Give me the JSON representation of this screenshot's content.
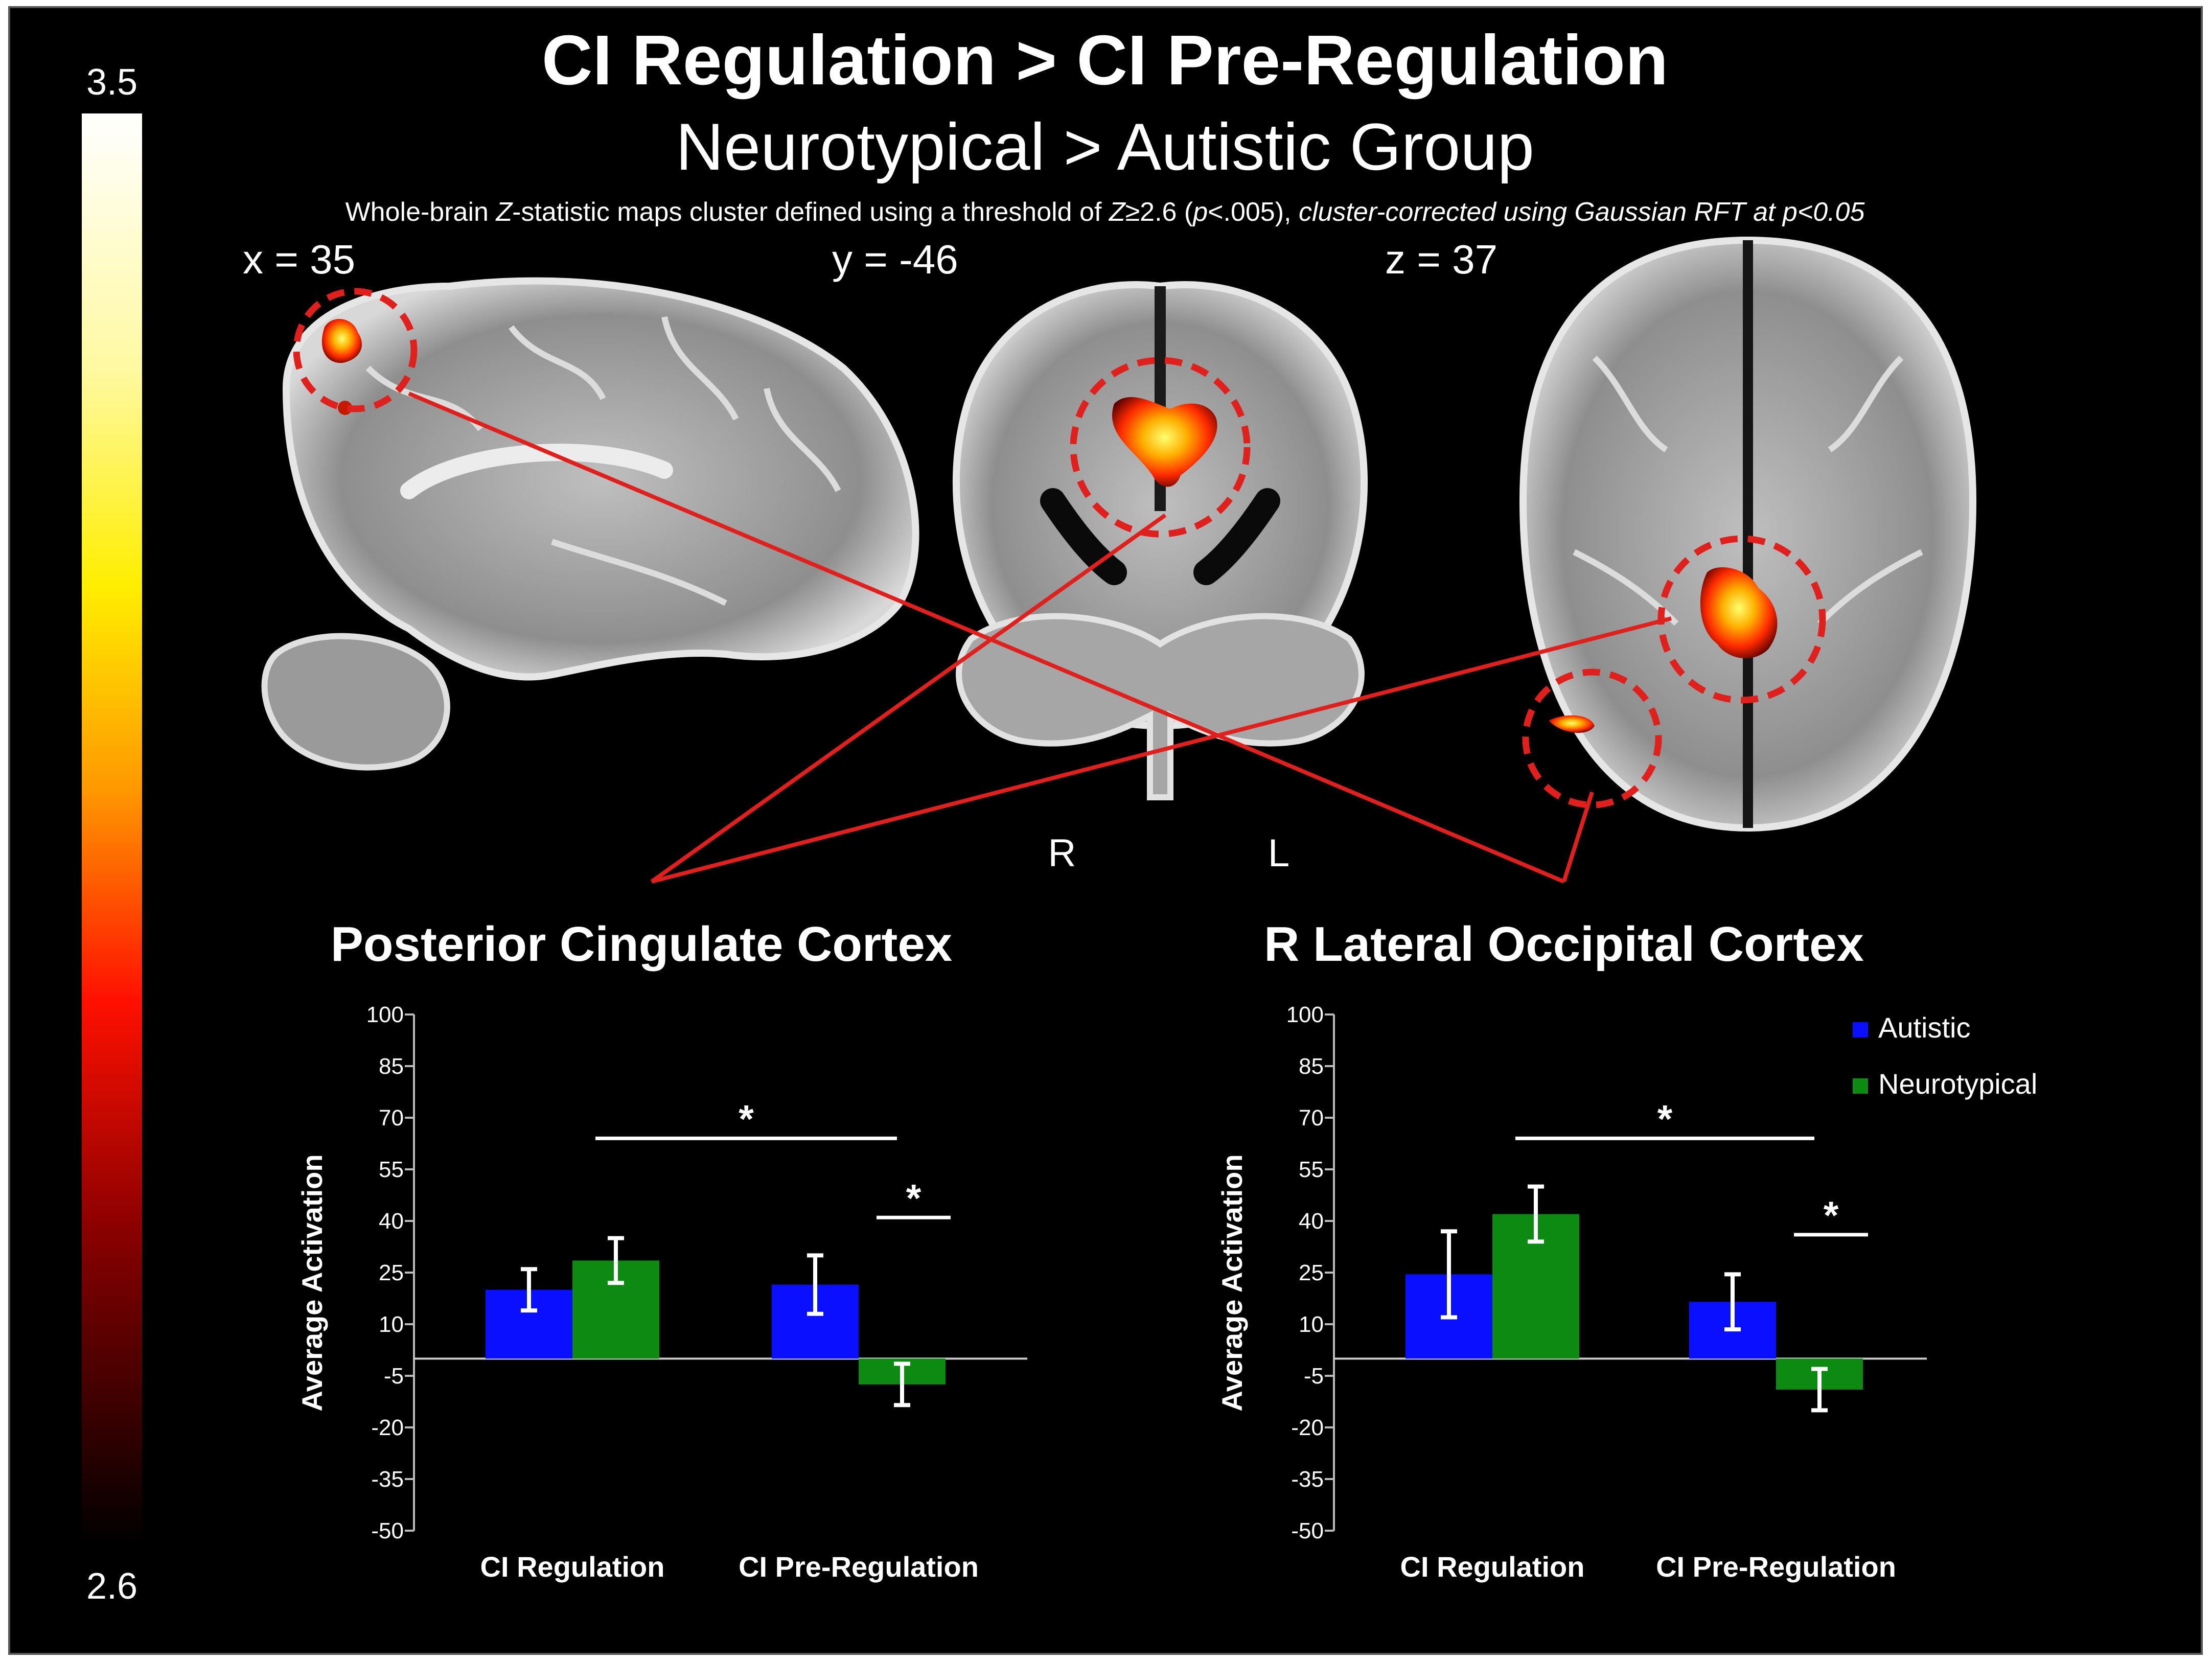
{
  "figure": {
    "title_line1": "CI Regulation > CI Pre-Regulation",
    "title_line2": "Neurotypical > Autistic Group",
    "subtitle_parts": [
      {
        "text": "Whole-brain ",
        "italic": false
      },
      {
        "text": "Z",
        "italic": true
      },
      {
        "text": "-statistic maps cluster defined using a threshold of ",
        "italic": false
      },
      {
        "text": "Z",
        "italic": true
      },
      {
        "text": "≥2.6 (",
        "italic": false
      },
      {
        "text": "p",
        "italic": true
      },
      {
        "text": "<.005), ",
        "italic": false
      },
      {
        "text": "cluster-corrected using Gaussian RFT at p<0.05",
        "italic": true
      }
    ],
    "colorbar": {
      "max_label": "3.5",
      "min_label": "2.6"
    },
    "slices": {
      "sagittal": "x = 35",
      "coronal": "y = -46",
      "axial": "z = 37"
    },
    "orientation": {
      "right": "R",
      "left": "L"
    }
  },
  "colors": {
    "autistic": "#0a10ff",
    "neurotypical": "#0c8a12",
    "highlight": "#e0201c",
    "background": "#000000"
  },
  "chart_data": [
    {
      "type": "bar",
      "title": "Posterior Cingulate Cortex",
      "ylabel": "Average Activation",
      "xlabel": "",
      "ylim": [
        -50,
        100
      ],
      "yticks": [
        100,
        85,
        70,
        55,
        40,
        25,
        10,
        -5,
        -20,
        -35,
        -50
      ],
      "categories": [
        "CI Regulation",
        "CI Pre-Regulation"
      ],
      "series": [
        {
          "name": "Autistic",
          "values": [
            20,
            21.5
          ],
          "error": [
            6,
            8.5
          ]
        },
        {
          "name": "Neurotypical",
          "values": [
            28.5,
            -7.5
          ],
          "error": [
            6.5,
            6
          ]
        }
      ],
      "significance": [
        {
          "label": "*",
          "from": "CI Regulation",
          "to": "CI Pre-Regulation",
          "y": 64
        },
        {
          "label": "*",
          "category": "CI Pre-Regulation",
          "y": 41
        }
      ],
      "legend": false
    },
    {
      "type": "bar",
      "title": "R Lateral Occipital Cortex",
      "ylabel": "Average Activation",
      "xlabel": "",
      "ylim": [
        -50,
        100
      ],
      "yticks": [
        100,
        85,
        70,
        55,
        40,
        25,
        10,
        -5,
        -20,
        -35,
        -50
      ],
      "categories": [
        "CI Regulation",
        "CI Pre-Regulation"
      ],
      "series": [
        {
          "name": "Autistic",
          "values": [
            24.5,
            16.5
          ],
          "error": [
            12.5,
            8
          ]
        },
        {
          "name": "Neurotypical",
          "values": [
            42,
            -9
          ],
          "error": [
            8,
            6
          ]
        }
      ],
      "significance": [
        {
          "label": "*",
          "from": "CI Regulation",
          "to": "CI Pre-Regulation",
          "y": 64
        },
        {
          "label": "*",
          "category": "CI Pre-Regulation",
          "y": 36
        }
      ],
      "legend": true,
      "legend_position": "top-right"
    }
  ]
}
